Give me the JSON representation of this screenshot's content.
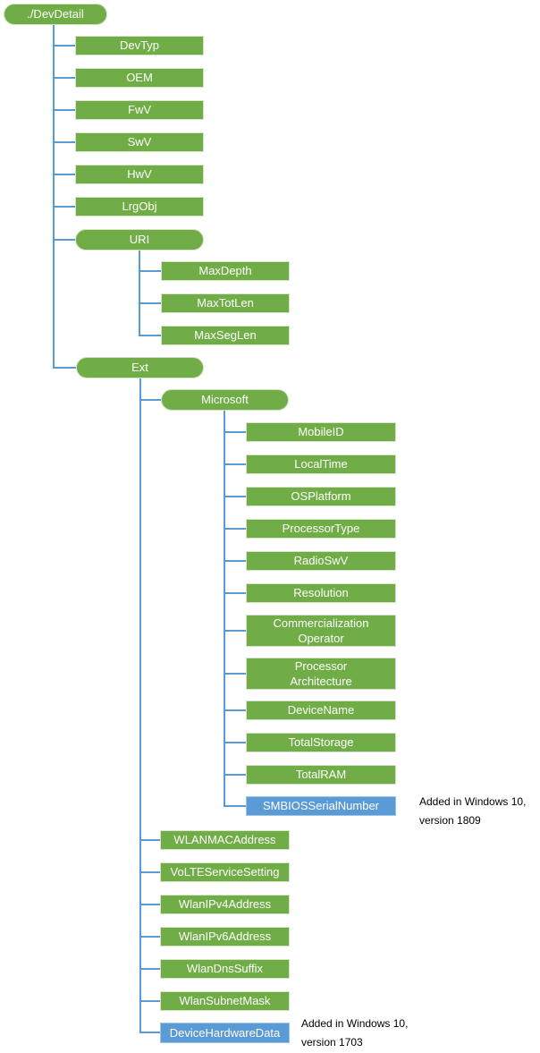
{
  "diagram": {
    "type": "tree",
    "description": "DevDetail configuration service provider node hierarchy"
  },
  "colors": {
    "node_green": "#70AD47",
    "node_blue": "#5B9BD5",
    "connector_blue": "#5B9BD5",
    "node_text": "#FFFFFF",
    "annotation_text": "#000000"
  },
  "nodes": {
    "devdetail": "./DevDetail",
    "devtyp": "DevTyp",
    "oem": "OEM",
    "fwv": "FwV",
    "swv": "SwV",
    "hwv": "HwV",
    "lrgobj": "LrgObj",
    "uri": "URI",
    "maxdepth": "MaxDepth",
    "maxtotlen": "MaxTotLen",
    "maxseglen": "MaxSegLen",
    "ext": "Ext",
    "microsoft": "Microsoft",
    "mobileid": "MobileID",
    "localtime": "LocalTime",
    "osplatform": "OSPlatform",
    "processortype": "ProcessorType",
    "radioswv": "RadioSwV",
    "resolution": "Resolution",
    "commercialization_operator": "Commercialization Operator",
    "processor_architecture": "Processor Architecture",
    "devicename": "DeviceName",
    "totalstorage": "TotalStorage",
    "totalram": "TotalRAM",
    "smbiosserialnumber": "SMBIOSSerialNumber",
    "wlanmacaddress": "WLANMACAddress",
    "volteservicesetting": "VoLTEServiceSetting",
    "wlanipv4address": "WlanIPv4Address",
    "wlanipv6address": "WlanIPv6Address",
    "wlandnssuffix": "WlanDnsSuffix",
    "wlansubnetmask": "WlanSubnetMask",
    "devicehardwaredata": "DeviceHardwareData"
  },
  "annotations": {
    "smbios": {
      "line1": "Added in Windows 10,",
      "line2": "version 1809"
    },
    "devicehardware": {
      "line1": "Added in Windows 10,",
      "line2": "version 1703"
    }
  }
}
